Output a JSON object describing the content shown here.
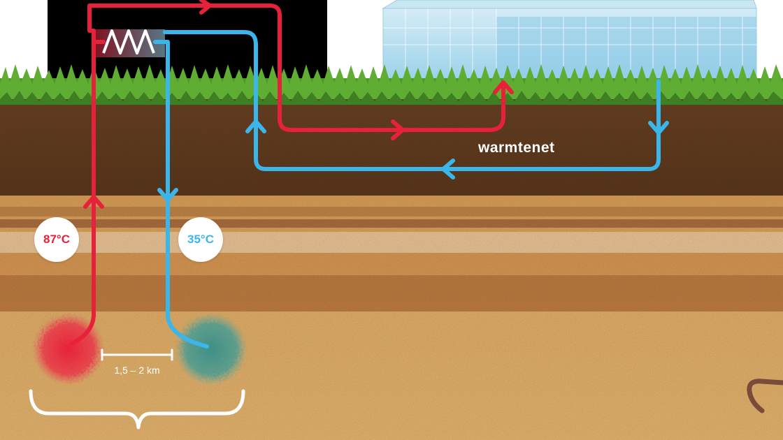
{
  "colors": {
    "hot": "#e8213a",
    "cold": "#3bb6ea",
    "soil_dark": "#5e3a20",
    "sand": "#d9a45f",
    "grass": "#4c9a2a",
    "label_text": "#ffffff"
  },
  "labels": {
    "hot_temperature": "87°C",
    "cold_temperature": "35°C",
    "heat_network": "warmtenet",
    "well_distance": "1,5 – 2 km"
  }
}
